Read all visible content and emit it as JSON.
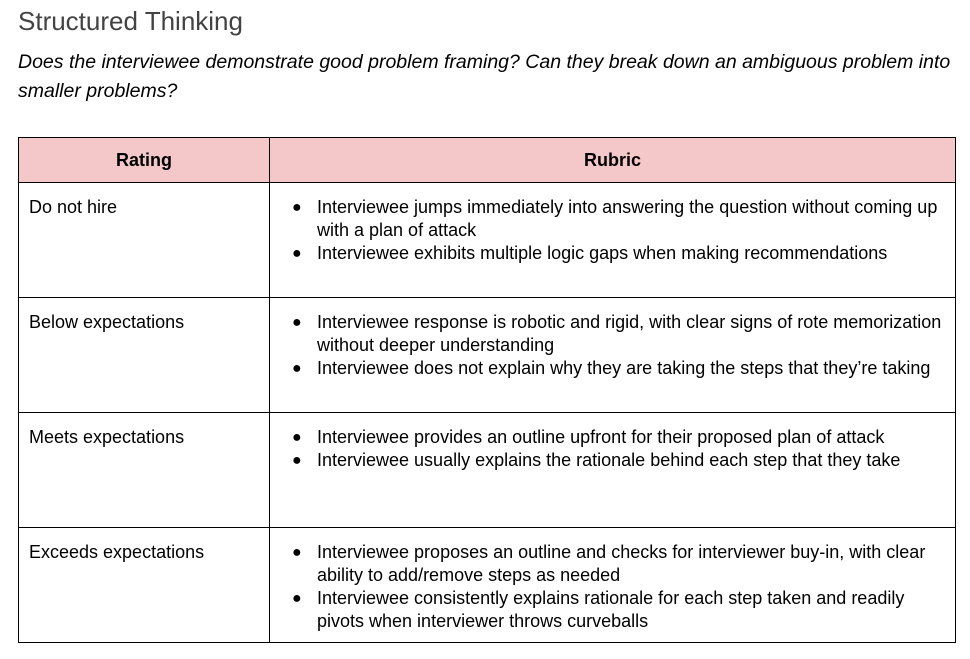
{
  "heading": "Structured Thinking",
  "question": "Does the interviewee demonstrate good problem framing? Can they break down an ambiguous problem into smaller problems?",
  "table": {
    "headers": [
      "Rating",
      "Rubric"
    ],
    "header_bg": "#f4c7c8",
    "rows": [
      {
        "rating": "Do not hire",
        "bullets": [
          "Interviewee jumps immediately into answering the question without coming up with a plan of attack",
          "Interviewee exhibits multiple logic gaps when making recommendations"
        ]
      },
      {
        "rating": "Below expectations",
        "bullets": [
          "Interviewee response is robotic and rigid, with clear signs of rote memorization without deeper understanding",
          "Interviewee does not explain why they are taking the steps that they’re taking"
        ]
      },
      {
        "rating": "Meets expectations",
        "bullets": [
          "Interviewee provides an outline upfront for their proposed plan of attack",
          "Interviewee usually explains the rationale behind each step that they take"
        ]
      },
      {
        "rating": "Exceeds expectations",
        "bullets": [
          "Interviewee proposes an outline and checks for interviewer buy-in, with clear ability to add/remove steps as needed",
          "Interviewee consistently explains rationale for each step taken and readily pivots when interviewer throws curveballs"
        ]
      }
    ]
  }
}
